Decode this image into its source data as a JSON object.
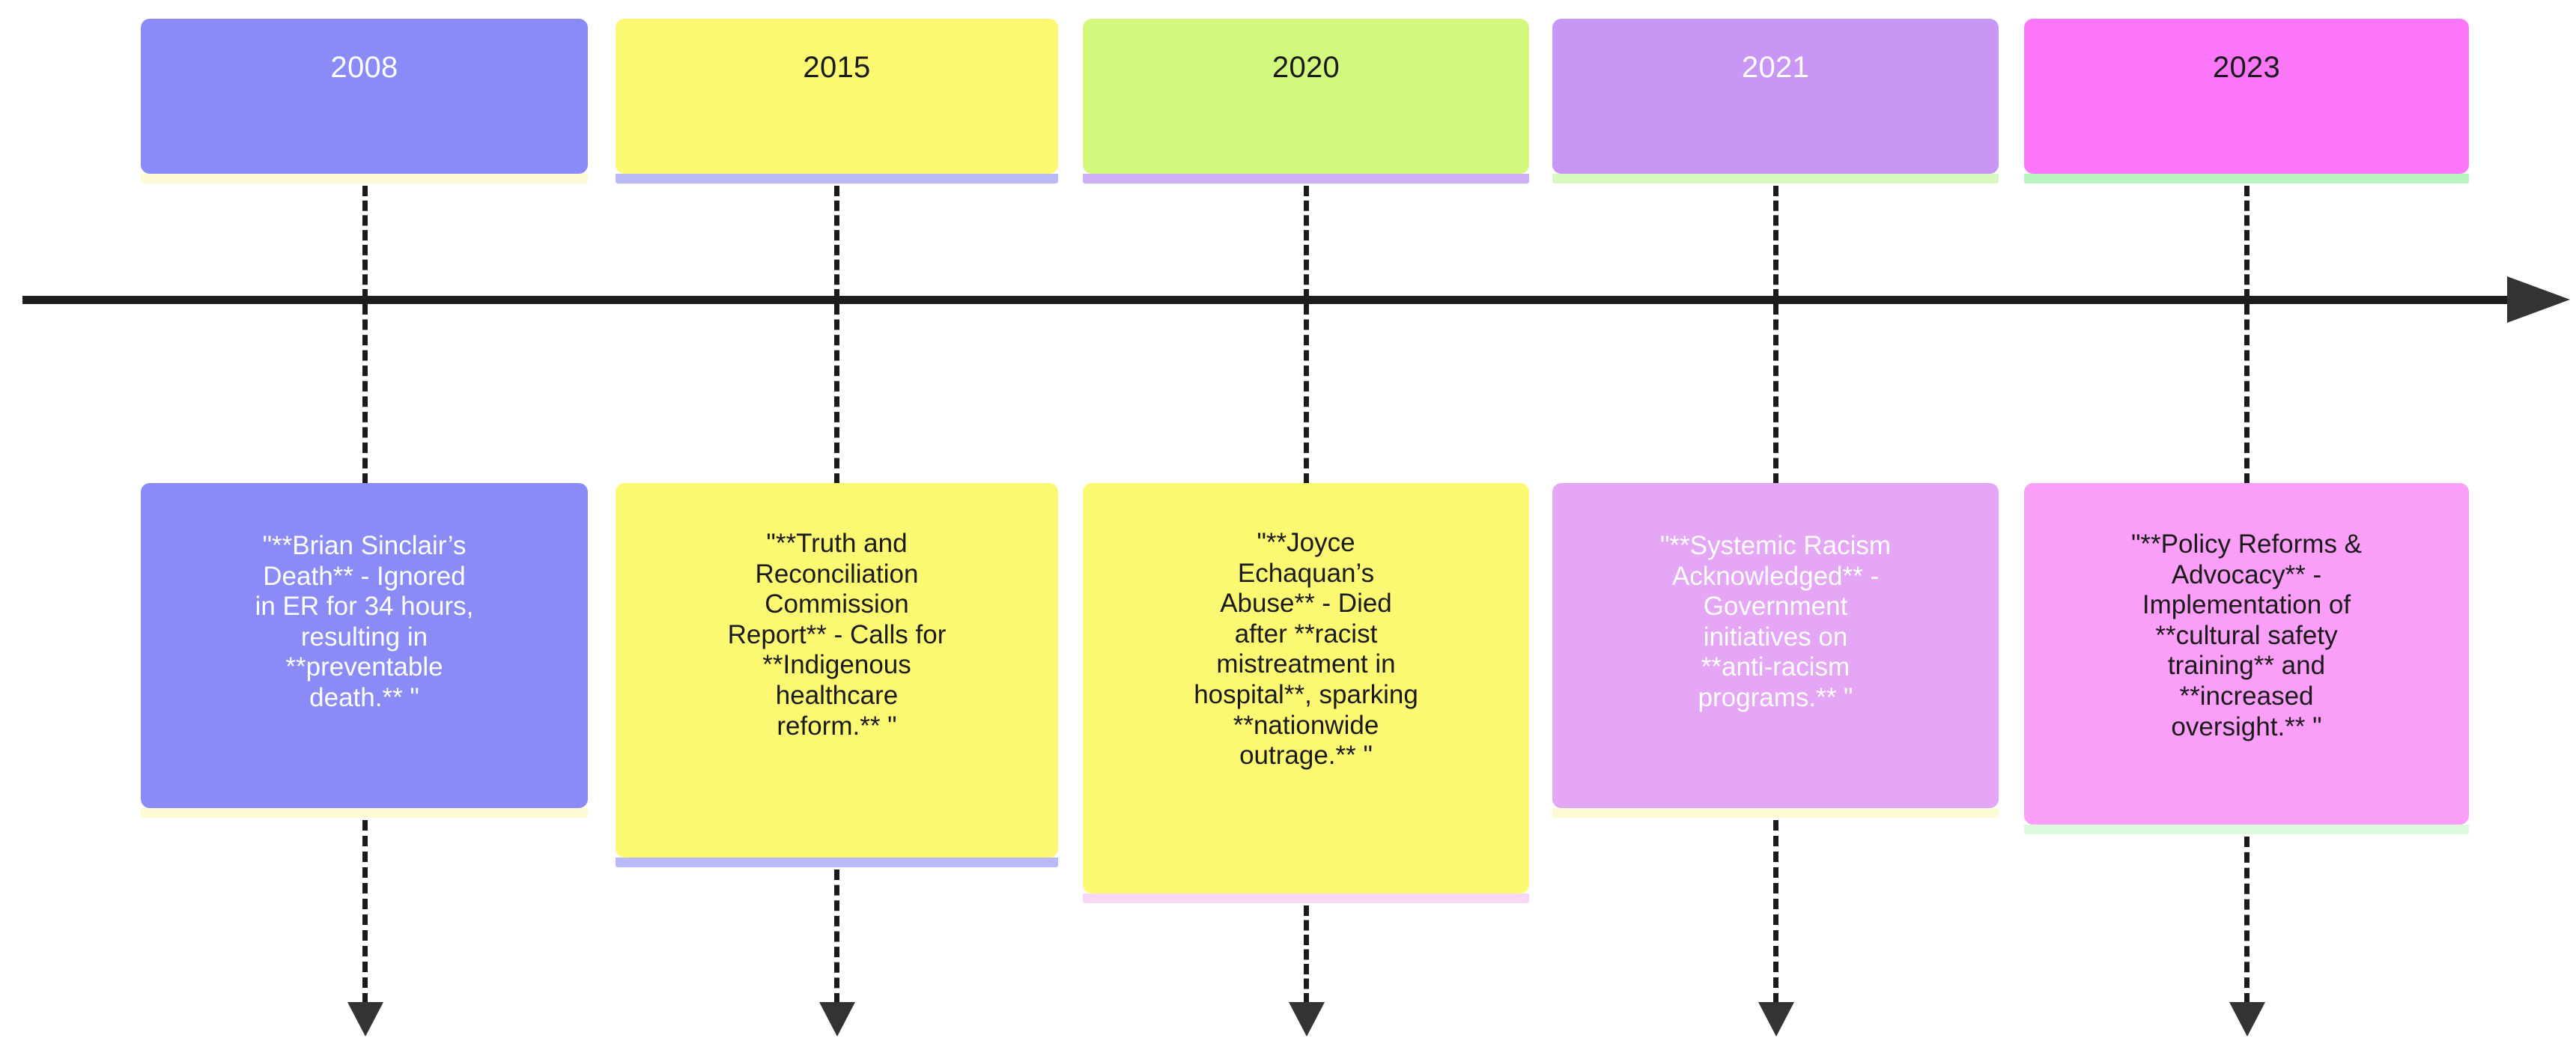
{
  "diagram": {
    "type": "timeline",
    "orientation": "horizontal",
    "axis": {
      "arrow_direction": "right",
      "color": "#1d1d1d"
    },
    "years": [
      {
        "label": "2008",
        "color": "#8b8bf7",
        "text_color": "#ffffff",
        "underline_color": "#fdfbd4"
      },
      {
        "label": "2015",
        "color": "#fdf871",
        "text_color": "#1a1a1a",
        "underline_color": "#b9b9f7"
      },
      {
        "label": "2020",
        "color": "#d2f97d",
        "text_color": "#1a1a1a",
        "underline_color": "#cdb0f7"
      },
      {
        "label": "2021",
        "color": "#c896f5",
        "text_color": "#ffffff",
        "underline_color": "#d9f8c0"
      },
      {
        "label": "2023",
        "color": "#fb76f8",
        "text_color": "#1a1a1a",
        "underline_color": "#b6f3bf"
      }
    ],
    "events": [
      {
        "year": "2008",
        "text": "\"**Brian Sinclair’s\nDeath** - Ignored\nin ER for 34 hours,\nresulting in\n**preventable\ndeath.**   \"",
        "color": "#8b8bf7",
        "text_color": "#ffffff",
        "underline_color": "#fdfbd4"
      },
      {
        "year": "2015",
        "text": "\"**Truth and\nReconciliation\nCommission\nReport** - Calls for\n**Indigenous\nhealthcare\nreform.**   \"",
        "color": "#fdf871",
        "text_color": "#1a1a1a",
        "underline_color": "#b9b9f7"
      },
      {
        "year": "2020",
        "text": "\"**Joyce\nEchaquan’s\nAbuse** - Died\nafter **racist\nmistreatment in\nhospital**, sparking\n**nationwide\noutrage.**   \"",
        "color": "#fdf871",
        "text_color": "#1a1a1a",
        "underline_color": "#f7d7f5"
      },
      {
        "year": "2021",
        "text": "\"**Systemic Racism\nAcknowledged** -\nGovernment\ninitiatives on\n**anti-racism\nprograms.**   \"",
        "color": "#e4a6f5",
        "text_color": "#ffffff",
        "underline_color": "#fdfbd4"
      },
      {
        "year": "2023",
        "text": "\"**Policy Reforms &\nAdvocacy** -\nImplementation of\n**cultural safety\ntraining** and\n**increased\noversight.**   \"",
        "color": "#fb9ef8",
        "text_color": "#1a1a1a",
        "underline_color": "#ddfadf"
      }
    ]
  }
}
